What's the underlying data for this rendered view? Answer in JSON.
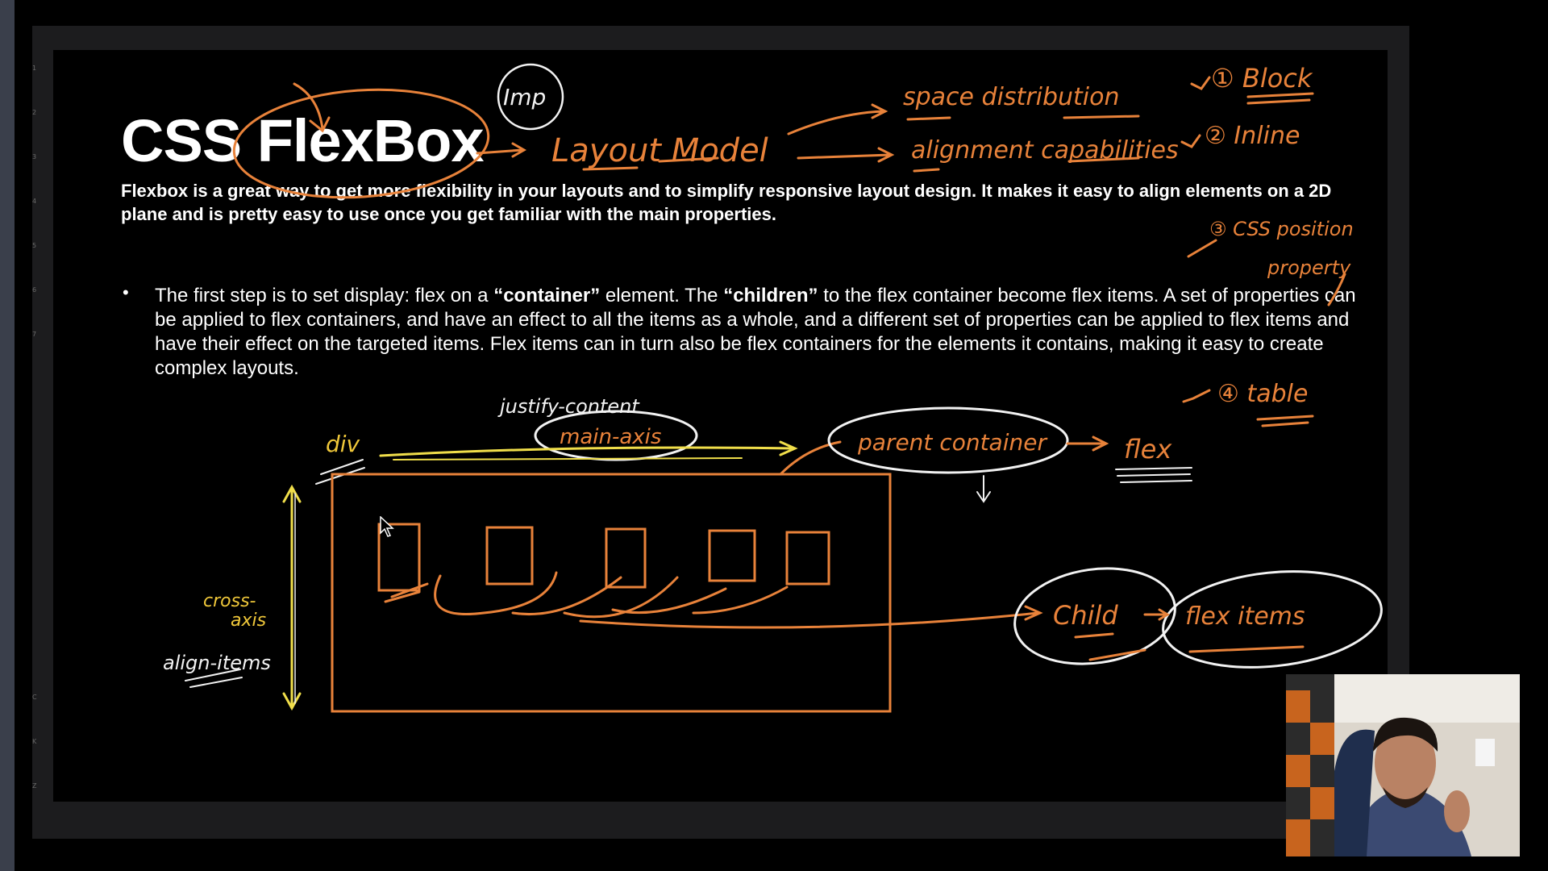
{
  "slide": {
    "title": "CSS FlexBox",
    "intro": "Flexbox is a great way to get more flexibility in your layouts and to simplify responsive layout design. It makes it easy to align elements on a 2D plane and is pretty easy to use once you get familiar with the main properties.",
    "bullet": {
      "part1": "The first step is to set display: flex on a ",
      "container_word": "“container”",
      "part2": " element. The ",
      "children_word": "“children”",
      "part3": " to the flex container become flex items. A set of properties can be applied to flex containers, and have an effect to all the items as a whole, and a different set of properties can be applied to flex items and have their effect on the targeted items. Flex items can in turn also be flex containers for the elements it contains, making it easy to create complex layouts."
    }
  },
  "annotations": {
    "imp": "Imp",
    "layout_model": "Layout Model",
    "space_distribution": "space distribution",
    "alignment_capabilities": "alignment capabilities",
    "item1": "① Block",
    "item2": "② Inline",
    "item3_line1": "③ CSS position",
    "item3_line2": "property",
    "item4": "④ table",
    "justify_content": "justify-content",
    "main_axis": "main-axis",
    "div": "div",
    "parent_container": "parent container",
    "flex": "flex",
    "child": "Child",
    "flex_items": "flex items",
    "cross_axis_line1": "cross-",
    "cross_axis_line2": "axis",
    "align_items": "align-items"
  },
  "ruler_ticks": [
    "1",
    "2",
    "3",
    "4",
    "5",
    "6",
    "7",
    "C",
    "K",
    "Z"
  ],
  "colors": {
    "ink_orange": "#e8823a",
    "ink_white": "#f2f2f2",
    "ink_yellow": "#f0de4a",
    "slide_bg": "#000000",
    "frame_bg": "#1c1c1e"
  }
}
